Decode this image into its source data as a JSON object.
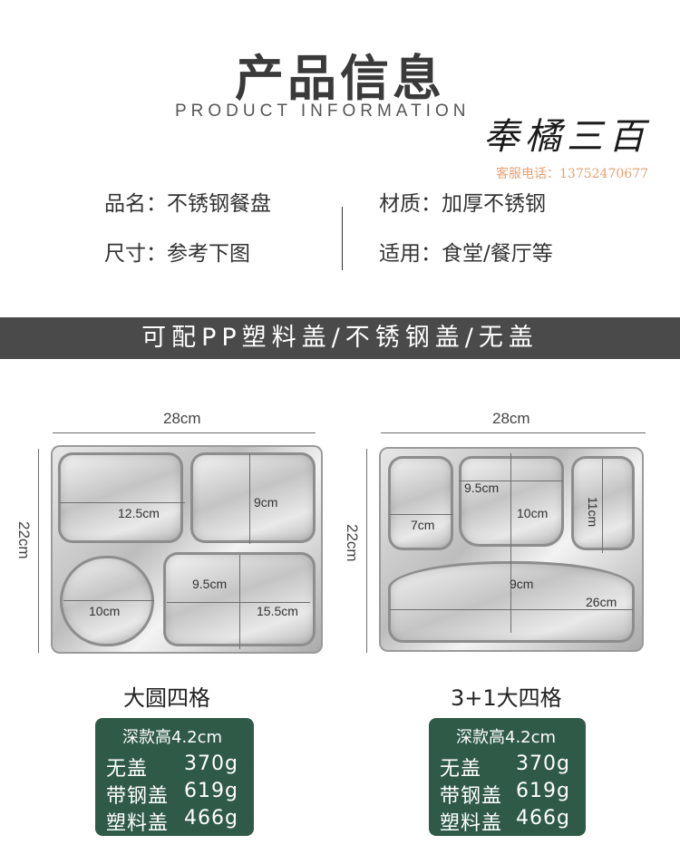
{
  "header": {
    "title": "产品信息",
    "subtitle": "PRODUCT INFORMATION",
    "brand": "奉橘三百",
    "service": "客服电话：13752470677"
  },
  "info": {
    "name": "品名：不锈钢餐盘",
    "material": "材质：加厚不锈钢",
    "size": "尺寸：参考下图",
    "usage": "适用：食堂/餐厅等"
  },
  "band": "可配PP塑料盖/不锈钢盖/无盖",
  "trays": [
    {
      "name": "大圆四格",
      "width": "28cm",
      "height": "22cm",
      "labels": [
        "12.5cm",
        "9cm",
        "9.5cm",
        "15.5cm",
        "10cm"
      ],
      "spec": {
        "header": "深款高4.2cm",
        "rows": [
          [
            "无盖",
            "370g"
          ],
          [
            "带钢盖",
            "619g"
          ],
          [
            "塑料盖",
            "466g"
          ]
        ]
      }
    },
    {
      "name": "3+1大四格",
      "width": "28cm",
      "height": "22cm",
      "labels": [
        "9.5cm",
        "7cm",
        "10cm",
        "11cm",
        "9cm",
        "26cm"
      ],
      "spec": {
        "header": "深款高4.2cm",
        "rows": [
          [
            "无盖",
            "370g"
          ],
          [
            "带钢盖",
            "619g"
          ],
          [
            "塑料盖",
            "466g"
          ]
        ]
      }
    }
  ]
}
